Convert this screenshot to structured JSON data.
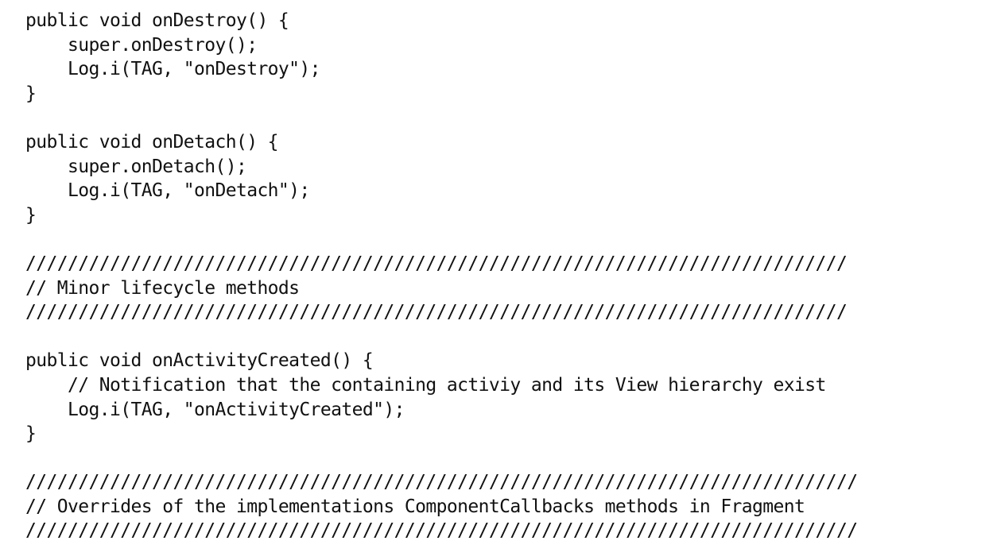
{
  "code": {
    "lines": [
      "public void onDestroy() {",
      "    super.onDestroy();",
      "    Log.i(TAG, \"onDestroy\");",
      "}",
      "",
      "public void onDetach() {",
      "    super.onDetach();",
      "    Log.i(TAG, \"onDetach\");",
      "}",
      "",
      "//////////////////////////////////////////////////////////////////////////////",
      "// Minor lifecycle methods",
      "//////////////////////////////////////////////////////////////////////////////",
      "",
      "public void onActivityCreated() {",
      "    // Notification that the containing activiy and its View hierarchy exist",
      "    Log.i(TAG, \"onActivityCreated\");",
      "}",
      "",
      "///////////////////////////////////////////////////////////////////////////////",
      "// Overrides of the implementations ComponentCallbacks methods in Fragment",
      "///////////////////////////////////////////////////////////////////////////////"
    ]
  }
}
